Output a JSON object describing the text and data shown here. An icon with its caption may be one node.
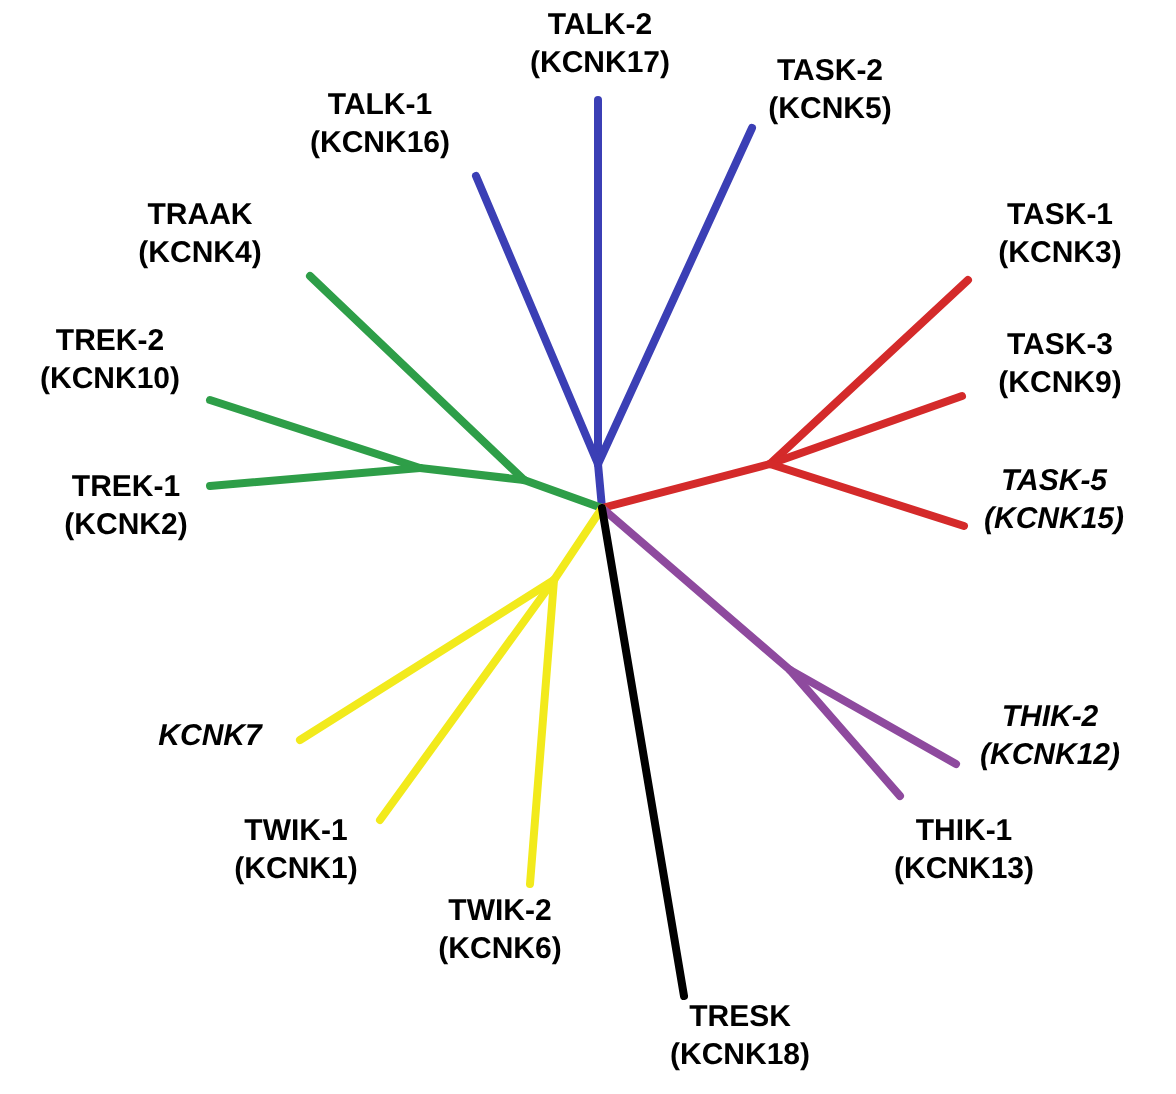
{
  "diagram": {
    "nodes": [
      {
        "text": [
          "TALK-2 (KCNK17)"
        ]
      },
      {
        "text": [
          "TALK-1 (KCNK16)"
        ]
      },
      {
        "text": [
          "TASK-2 (KCNK5)"
        ]
      },
      {
        "text": [
          "TASK-1 (KCNK3)"
        ]
      },
      {
        "text": [
          "TRAAK (KCNK4)"
        ]
      },
      {
        "text": [
          "TREK-2 (KCNK10)"
        ]
      },
      {
        "text": [
          "TASK-3 (KCNK9)"
        ]
      },
      {
        "text": [
          "TREK-1 (KCNK2)"
        ]
      },
      {
        "text": [
          "TASK-5 (KCNK15)"
        ]
      },
      {
        "text": [
          "KCNK7"
        ]
      },
      {
        "text": [
          "THIK-2 (KCNK12)"
        ]
      },
      {
        "text": [
          "TWIK-1 (KCNK1)"
        ]
      },
      {
        "text": [
          "THIK-1 (KCNK13)"
        ]
      },
      {
        "text": [
          "TWIK-2 (KCNK6)"
        ]
      },
      {
        "text": [
          "TRESK (KCNK18)"
        ]
      }
    ],
    "edges": [
      {
        "from": null,
        "to": 0,
        "arrow": "none",
        "color": "#3b3fb5"
      },
      {
        "from": null,
        "to": 1,
        "arrow": "none",
        "color": "#3b3fb5"
      },
      {
        "from": null,
        "to": 2,
        "arrow": "none",
        "color": "#3b3fb5"
      },
      {
        "from": null,
        "to": 3,
        "arrow": "none",
        "color": "#d42a2a"
      },
      {
        "from": null,
        "to": 4,
        "arrow": "none",
        "color": "#2e9e48"
      },
      {
        "from": null,
        "to": 5,
        "arrow": "none",
        "color": "#2e9e48"
      },
      {
        "from": null,
        "to": 6,
        "arrow": "none",
        "color": "#d42a2a"
      },
      {
        "from": null,
        "to": 7,
        "arrow": "none",
        "color": "#2e9e48"
      },
      {
        "from": null,
        "to": 8,
        "arrow": "none",
        "color": "#d42a2a"
      },
      {
        "from": null,
        "to": 9,
        "arrow": "none",
        "color": "#f2ea1c"
      },
      {
        "from": null,
        "to": 10,
        "arrow": "none",
        "color": "#8e4a9e"
      },
      {
        "from": null,
        "to": 11,
        "arrow": "none",
        "color": "#f2ea1c"
      },
      {
        "from": null,
        "to": 12,
        "arrow": "none",
        "color": "#8e4a9e"
      },
      {
        "from": null,
        "to": 13,
        "arrow": "none",
        "color": "#f2ea1c"
      },
      {
        "from": null,
        "to": 14,
        "arrow": "none",
        "color": "#000000"
      }
    ]
  }
}
